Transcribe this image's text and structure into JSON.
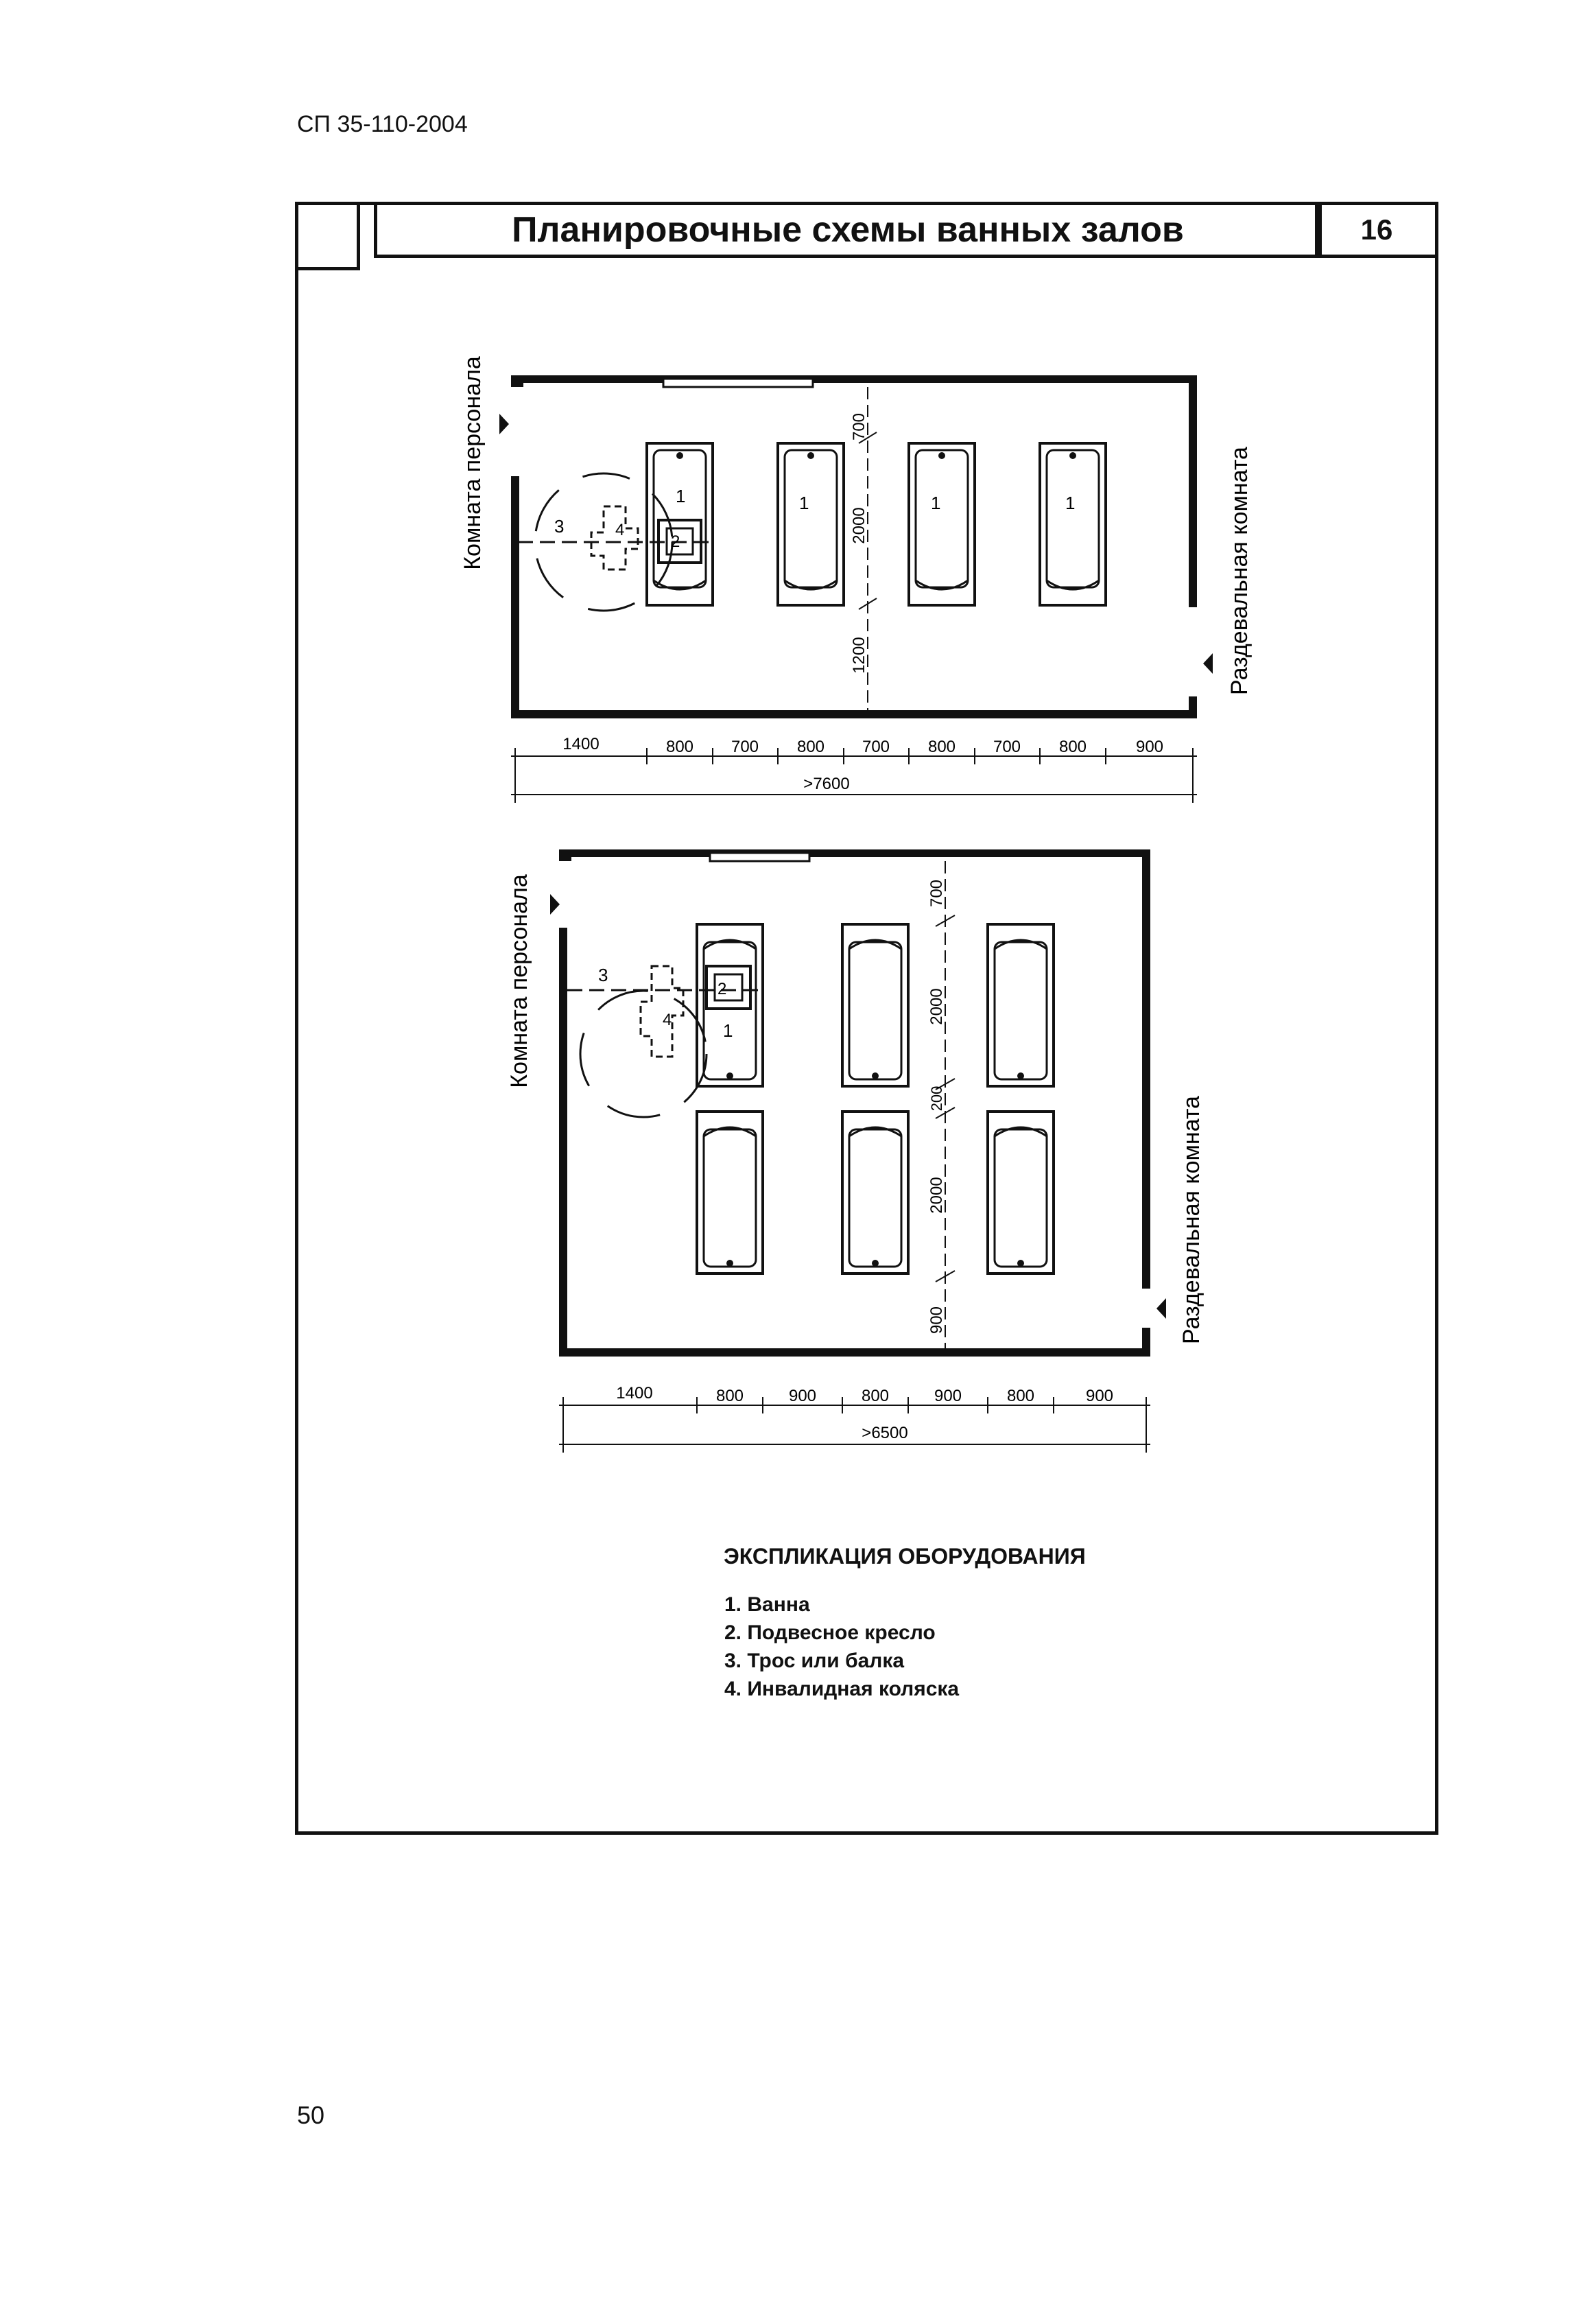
{
  "header": {
    "doc_code": "СП 35-110-2004",
    "title": "Планировочные схемы ванных залов",
    "sheet_number": "16"
  },
  "plan_top": {
    "left_room": "Комната персонала",
    "right_room": "Раздевальная комната",
    "bath_label": "1",
    "chair_label": "2",
    "cable_label": "3",
    "wheelchair_label": "4",
    "dims_bottom": [
      "1400",
      "800",
      "700",
      "800",
      "700",
      "800",
      "700",
      "800",
      "900"
    ],
    "total": ">7600",
    "dims_vertical": [
      "700",
      "2000",
      "1200"
    ]
  },
  "plan_bottom": {
    "left_room": "Комната персонала",
    "right_room": "Раздевальная комната",
    "bath_label": "1",
    "chair_label": "2",
    "cable_label": "3",
    "wheelchair_label": "4",
    "dims_bottom": [
      "1400",
      "800",
      "900",
      "800",
      "900",
      "800",
      "900"
    ],
    "total": ">6500",
    "dims_vertical": [
      "700",
      "2000",
      "200",
      "2000",
      "900"
    ]
  },
  "legend": {
    "title": "ЭКСПЛИКАЦИЯ ОБОРУДОВАНИЯ",
    "items": [
      "1. Ванна",
      "2. Подвесное кресло",
      "3. Трос или балка",
      "4. Инвалидная коляска"
    ]
  }
}
